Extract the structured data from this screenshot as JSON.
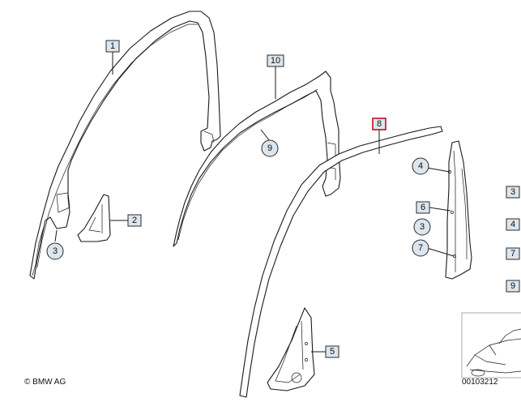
{
  "callouts": {
    "c1": "1",
    "c10": "10",
    "c9": "9",
    "c8": "8",
    "c2": "2",
    "c3_left": "3",
    "c4": "4",
    "c6": "6",
    "c3_right": "3",
    "c7": "7",
    "c5": "5",
    "edge_3": "3",
    "edge_4": "4",
    "edge_7": "7",
    "edge_9": "9"
  },
  "footer": {
    "copyright": "© BMW AG",
    "diagram_number": "00103212"
  },
  "colors": {
    "callout_fill": "#dce6ee",
    "highlight_border": "#c0101f"
  }
}
